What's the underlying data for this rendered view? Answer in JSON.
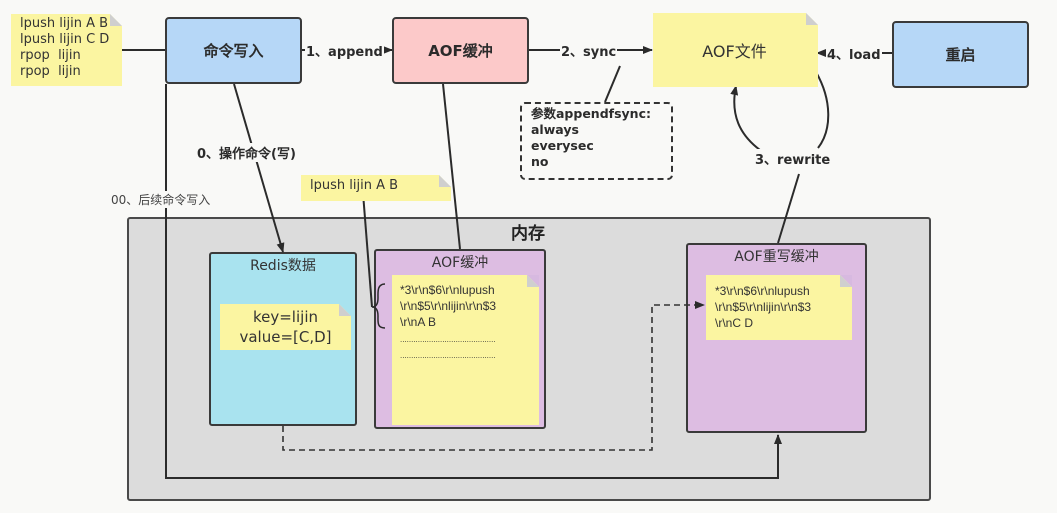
{
  "diagram": {
    "commands_note": [
      "lpush lijin A B",
      "lpush lijin C D",
      "rpop  lijin",
      "rpop  lijin"
    ],
    "nodes": {
      "command_write": "命令写入",
      "aof_buffer_top": "AOF缓冲",
      "aof_file": "AOF文件",
      "restart": "重启"
    },
    "edges": {
      "append": "1、append",
      "sync": "2、sync",
      "rewrite": "3、rewrite",
      "load": "4、load",
      "op_write": "0、操作命令(写)",
      "subsequent_write": "00、后续命令写入"
    },
    "appendfsync": {
      "title": "参数appendfsync:",
      "options": [
        "always",
        "everysec",
        "no"
      ]
    },
    "buffer_note": "lpush lijin A B",
    "memory": {
      "title": "内存",
      "redis_data": {
        "title": "Redis数据",
        "key_line": "key=lijin",
        "value_line": "value=[C,D]"
      },
      "aof_buffer": {
        "title": "AOF缓冲",
        "lines": [
          "*3\\r\\n$6\\r\\nlupush",
          "\\r\\n$5\\r\\nlijin\\r\\n$3",
          "\\r\\nA B"
        ],
        "dots": [
          "...........................................",
          "..........................................."
        ]
      },
      "aof_rewrite_buffer": {
        "title": "AOF重写缓冲",
        "lines": [
          "*3\\r\\n$6\\r\\nlupush",
          "\\r\\n$5\\r\\nlijin\\r\\n$3",
          "\\r\\nC D"
        ]
      }
    },
    "colors": {
      "blue_node": "#b6d7f7",
      "pink_node": "#fcc9c9",
      "note_yellow": "#fbf5a1",
      "memory_gray": "#dcdcdc",
      "redis_cyan": "#a9e3ef",
      "buffer_purple": "#ddbde2"
    }
  }
}
